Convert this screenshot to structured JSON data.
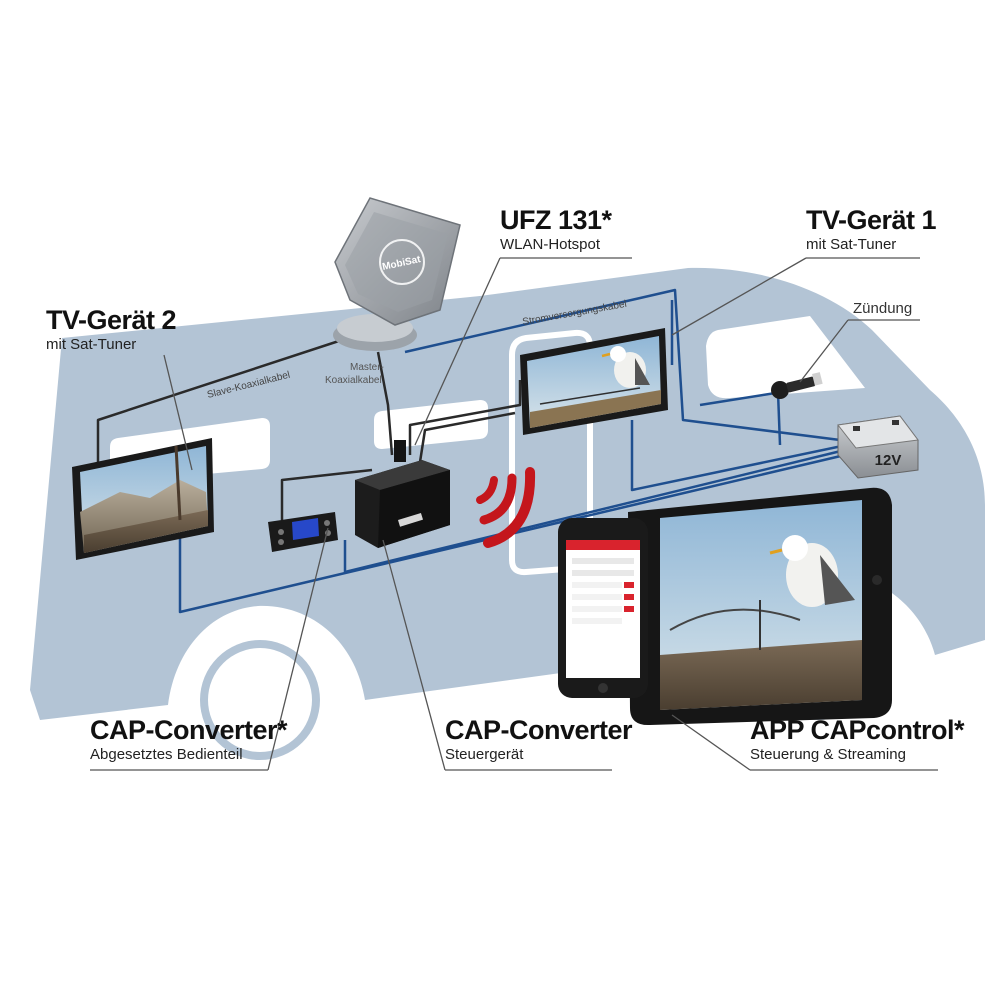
{
  "labels": {
    "tv2": {
      "title": "TV-Gerät 2",
      "sub": "mit Sat-Tuner"
    },
    "ufz": {
      "title": "UFZ 131*",
      "sub": "WLAN-Hotspot"
    },
    "tv1": {
      "title": "TV-Gerät 1",
      "sub": "mit Sat-Tuner"
    },
    "zuendung": "Zündung",
    "cap_remote": {
      "title": "CAP-Converter*",
      "sub": "Abgesetztes Bedienteil"
    },
    "cap_unit": {
      "title": "CAP-Converter",
      "sub": "Steuergerät"
    },
    "app": {
      "title": "APP CAPcontrol*",
      "sub": "Steuerung & Streaming"
    }
  },
  "cables": {
    "slave": "Slave-Koaxialkabel",
    "master_1": "Master-",
    "master_2": "Koaxialkabel",
    "power": "Stromversorgungskabel"
  },
  "battery": {
    "text": "12V"
  },
  "antenna": {
    "brand": "MobiSat"
  },
  "colors": {
    "vehicle": "#b3c4d5",
    "window": "#ffffff",
    "cable_blue": "#1f4f8f",
    "cable_dark": "#2a2a2a",
    "wifi_red": "#c4161c",
    "leader": "#555555"
  },
  "icons": [
    "satellite-dish-icon",
    "tv-icon",
    "control-unit-icon",
    "remote-control-icon",
    "wifi-signal-icon",
    "battery-icon",
    "ignition-key-icon",
    "tablet-icon",
    "phone-icon"
  ]
}
